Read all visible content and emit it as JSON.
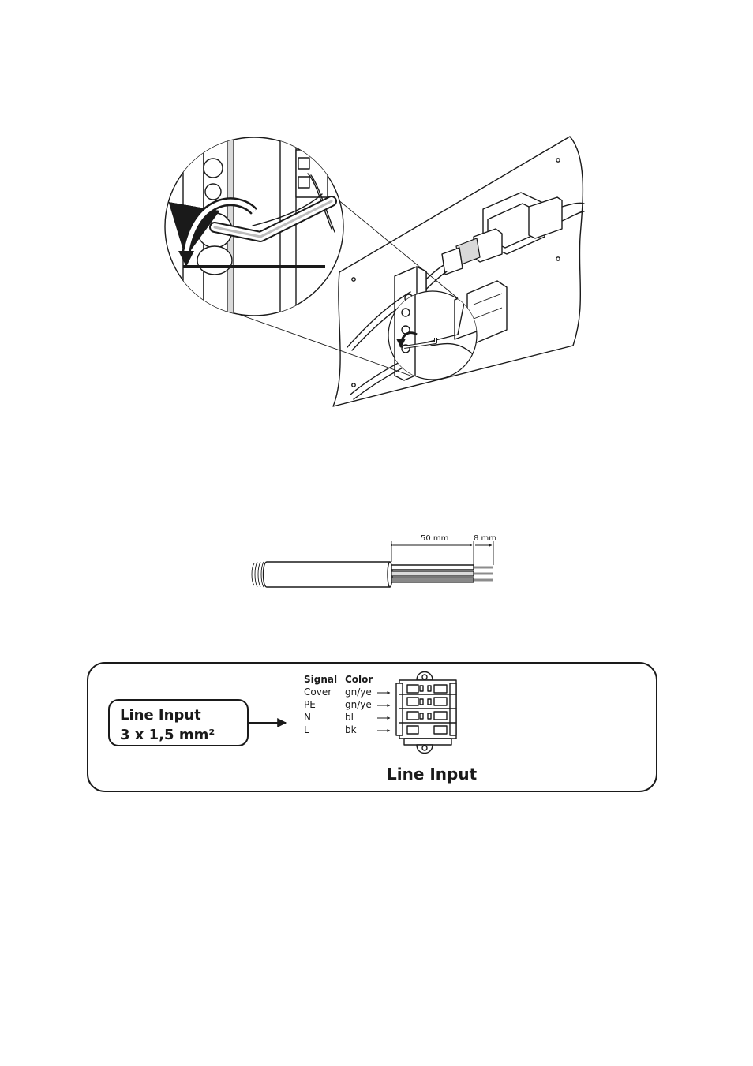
{
  "cable_diagram": {
    "dim_sheath_strip": "50 mm",
    "dim_conductor_strip": "8 mm"
  },
  "line_input_panel": {
    "label_line1": "Line Input",
    "label_line2": "3 x 1,5 mm²",
    "title": "Line Input",
    "table": {
      "header_signal": "Signal",
      "header_color": "Color",
      "rows": [
        {
          "signal": "Cover",
          "color": "gn/ye"
        },
        {
          "signal": "PE",
          "color": "gn/ye"
        },
        {
          "signal": "N",
          "color": "bl"
        },
        {
          "signal": "L",
          "color": "bk"
        }
      ]
    }
  },
  "icons": {
    "rotate_arrow": "rotation-arrow-icon",
    "pointer_arrow": "arrow-right-icon"
  }
}
